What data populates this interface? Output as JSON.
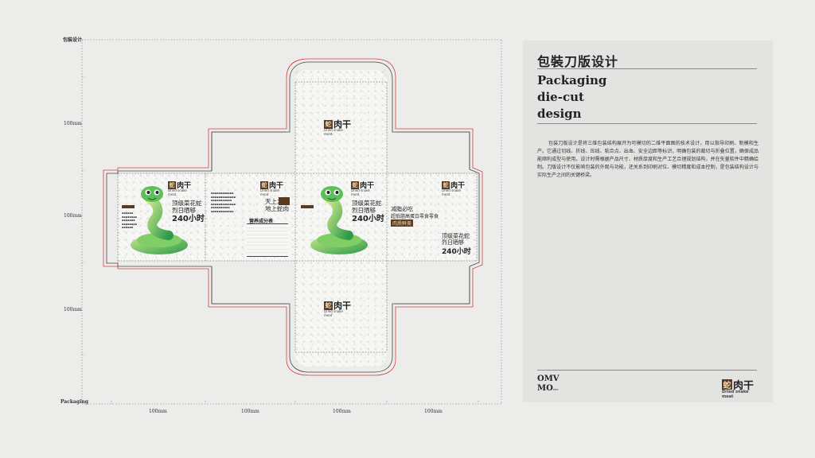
{
  "dims": {
    "top_left": "包裝设计",
    "bottom_left": "Packaging",
    "left": [
      "100mm",
      "100mm",
      "100mm"
    ],
    "bottom": [
      "100mm",
      "100mm",
      "100mm",
      "100mm"
    ]
  },
  "brand": {
    "char": "蛇",
    "name": "肉干",
    "en": "Dried snake meat"
  },
  "front": {
    "slogan_l1": "顶级菜花蛇",
    "slogan_l2": "烈日晒够",
    "hours": "240小时"
  },
  "side_left": {
    "nutrition_title": "营养成分表"
  },
  "side_mid": {
    "line1": "天上龙肉",
    "line2": "地上蛇肉"
  },
  "side_right": {
    "line1": "减脂必吃",
    "line2": "超低脂高蛋白零食零食",
    "tag": "肉质鲜美",
    "slogan_l1": "顶级菜花蛇",
    "slogan_l2": "烈日晒够",
    "hours": "240小时"
  },
  "card": {
    "title_cn": "包裝刀版设计",
    "title_en": "Packaging\ndie-cut\ndesign",
    "paragraph": "包装刀版设计是将三维包装结构展开为可模切的二维平面图的技术设计，用以指导印刷、制模和生产。它通过切线、折线、压线、粘合点、出血、安全边距等标识，明确包装的裁切与折叠位置，确保成品能顺利成型与使用。设计时需根据产品尺寸、材质厚度和生产工艺合理规划结构，并在矢量软件中精确绘制。刀版设计不仅影响包装的外观与功能，还关系到印刷对位、模切精度和成本控制，是包装结构设计与实际生产之间的关键桥梁。",
    "omv_l1": "OMV",
    "omv_l2": "MO",
    "omv_sup": "ver",
    "logo_char": "蛇",
    "logo_name": "肉干",
    "logo_en": "Dried snake meat"
  },
  "colors": {
    "background": "#ececea",
    "card": "#e3e3e1",
    "brand_brown": "#5a3a22",
    "snake_green": "#5cbf5a",
    "dieline_red": "#d04040"
  },
  "icons": [
    "snake-mascot",
    "brand-logo"
  ]
}
